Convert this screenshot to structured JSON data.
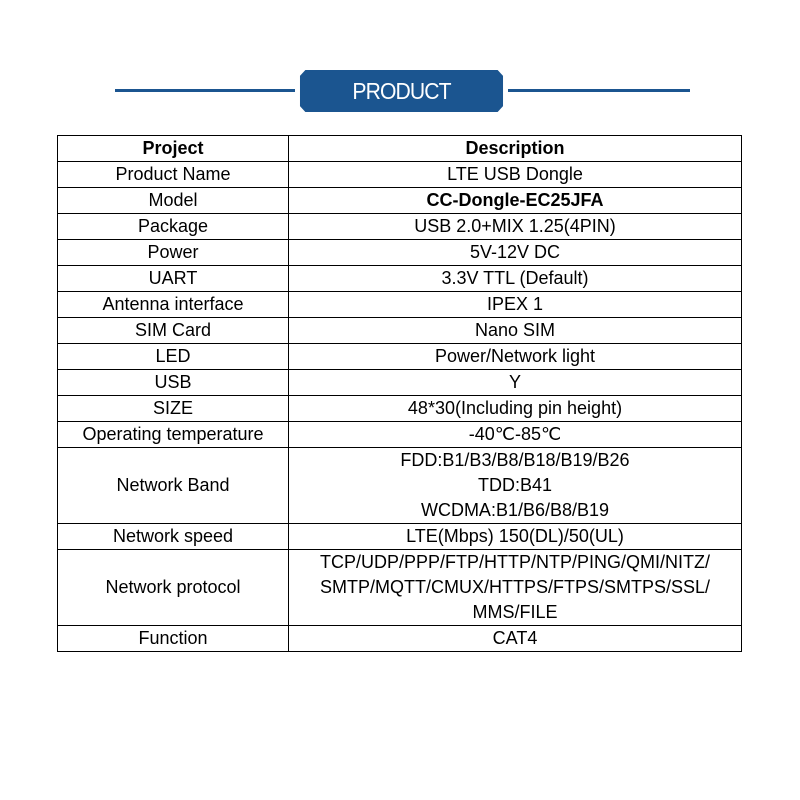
{
  "title": "PRODUCT PARAMETERS",
  "table": {
    "headers": [
      "Project",
      "Description"
    ],
    "rows": [
      {
        "label": "Product Name",
        "lines": [
          "LTE USB Dongle"
        ]
      },
      {
        "label": "Model",
        "lines": [
          "CC-Dongle-EC25JFA"
        ]
      },
      {
        "label": "Package",
        "lines": [
          "USB 2.0+MIX 1.25(4PIN)"
        ]
      },
      {
        "label": "Power",
        "lines": [
          "5V-12V DC"
        ]
      },
      {
        "label": "UART",
        "lines": [
          "3.3V TTL (Default)"
        ]
      },
      {
        "label": "Antenna interface",
        "lines": [
          "IPEX 1"
        ]
      },
      {
        "label": "SIM Card",
        "lines": [
          "Nano SIM"
        ]
      },
      {
        "label": "LED",
        "lines": [
          "Power/Network light"
        ]
      },
      {
        "label": "USB",
        "lines": [
          "Y"
        ]
      },
      {
        "label": "SIZE",
        "lines": [
          "48*30(Including pin height)"
        ]
      },
      {
        "label": "Operating temperature",
        "lines": [
          "-40℃-85℃"
        ]
      },
      {
        "label": "Network Band",
        "lines": [
          "FDD:B1/B3/B8/B18/B19/B26",
          "TDD:B41",
          "WCDMA:B1/B6/B8/B19"
        ]
      },
      {
        "label": "Network speed",
        "lines": [
          "LTE(Mbps) 150(DL)/50(UL)"
        ]
      },
      {
        "label": "Network protocol",
        "lines": [
          "TCP/UDP/PPP/FTP/HTTP/NTP/PING/QMI/NITZ/",
          "SMTP/MQTT/CMUX/HTTPS/FTPS/SMTPS/SSL/",
          "MMS/FILE"
        ]
      },
      {
        "label": "Function",
        "lines": [
          "CAT4"
        ]
      }
    ]
  }
}
